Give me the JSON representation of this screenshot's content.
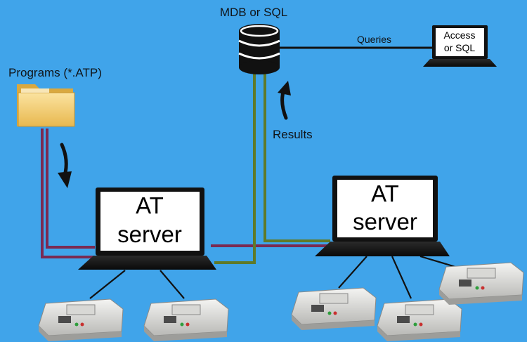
{
  "labels": {
    "database": "MDB or SQL",
    "programs": "Programs (*.ATP)",
    "queries": "Queries",
    "results": "Results"
  },
  "client_laptop": {
    "line1": "Access",
    "line2": "or SQL"
  },
  "servers": [
    {
      "line1": "AT",
      "line2": "server"
    },
    {
      "line1": "AT",
      "line2": "server"
    }
  ],
  "colors": {
    "background": "#40a4ea",
    "program_line": "#7a2a52",
    "result_line": "#5f7a2a",
    "query_line": "#111111",
    "database_body": "#111111",
    "folder": "#f3cd6a"
  },
  "icons": [
    "database-icon",
    "folder-icon",
    "laptop-icon",
    "testing-device-icon",
    "arrow-icon"
  ]
}
